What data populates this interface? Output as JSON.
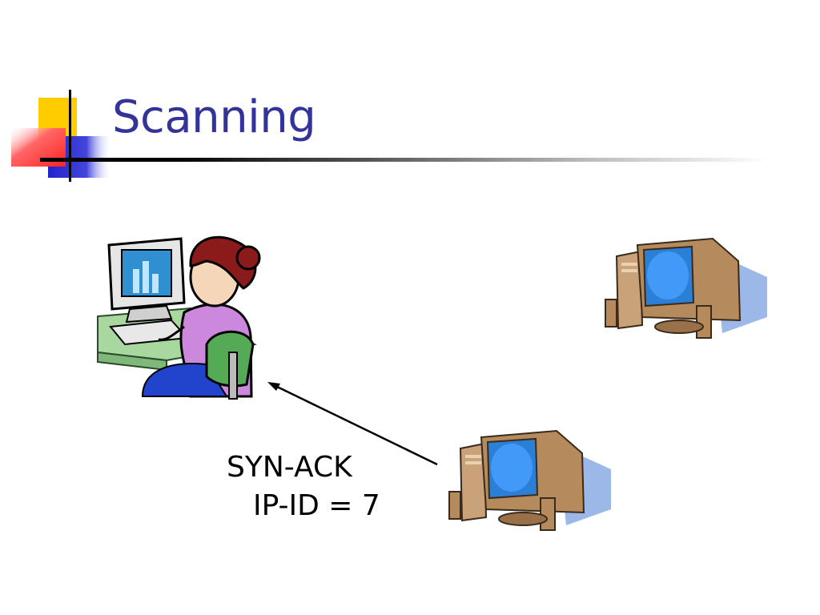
{
  "slide": {
    "title": "Scanning"
  },
  "diagram": {
    "reply_label": "SYN-ACK",
    "ipid_label": "IP-ID = 7"
  },
  "icons": {
    "attacker": "person-at-computer-icon",
    "zombie": "desktop-computer-icon",
    "target": "desktop-computer-icon"
  },
  "colors": {
    "title": "#33339a",
    "accent_yellow": "#ffcc00",
    "accent_red": "#ff3333",
    "accent_blue": "#3333cc"
  }
}
